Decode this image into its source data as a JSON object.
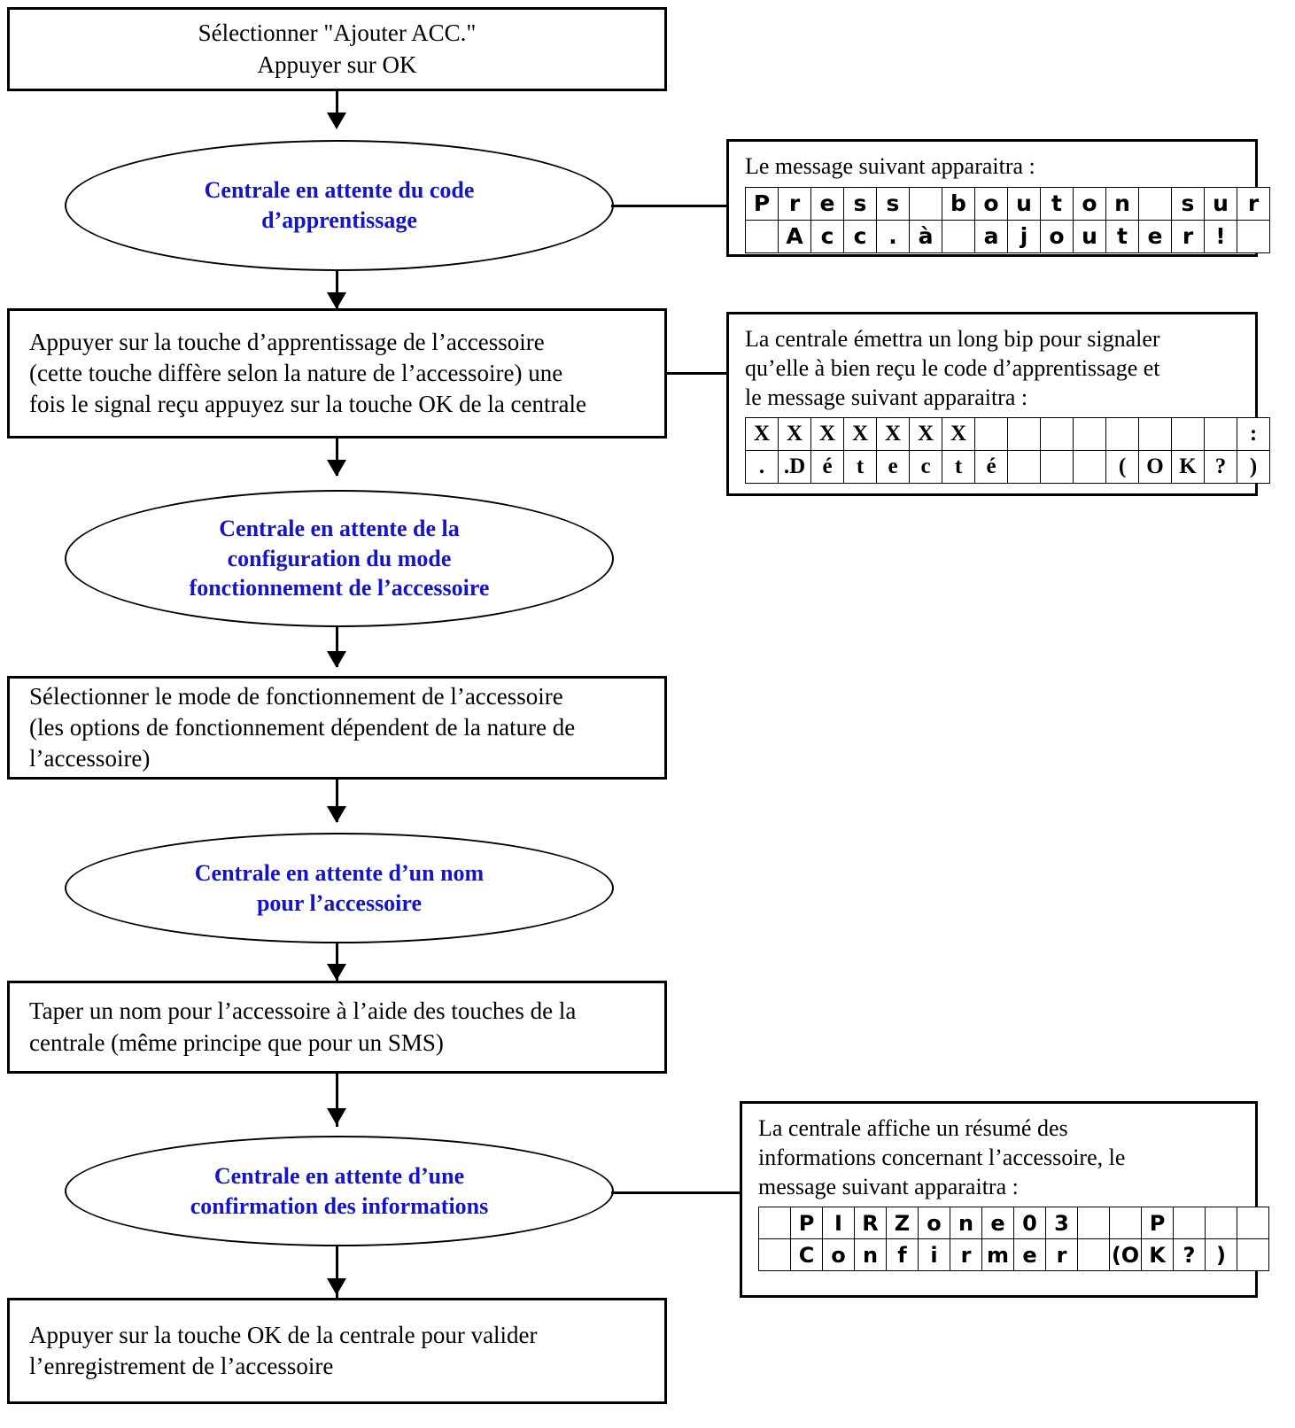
{
  "diagram": {
    "title": "Procedure d'ajout d'un accessoire",
    "accent_text_color": "#1515c8",
    "line_color": "#000000",
    "background": "#ffffff"
  },
  "nodes": {
    "start_box": {
      "type": "process",
      "text": "Sélectionner  \"Ajouter ACC.\"\nAppuyer sur OK"
    },
    "state_1": {
      "type": "state",
      "text": "Centrale en attente du code\nd’apprentissage"
    },
    "action_1": {
      "type": "process",
      "text": "Appuyer sur la touche d’apprentissage de l’accessoire\n(cette touche diffère selon la nature de l’accessoire) une\nfois le signal reçu appuyez sur la touche OK de la centrale"
    },
    "state_2": {
      "type": "state",
      "text": "Centrale en attente de la\nconfiguration du mode\nfonctionnement de l’accessoire"
    },
    "action_2": {
      "type": "process",
      "text": "Sélectionner le mode de fonctionnement de l’accessoire\n(les options de fonctionnement dépendent de la nature de\nl’accessoire)"
    },
    "state_3": {
      "type": "state",
      "text": "Centrale en attente d’un nom\npour l’accessoire"
    },
    "action_3": {
      "type": "process",
      "text": "Taper un nom pour l’accessoire à l’aide des touches de la\ncentrale (même principe que pour un SMS)"
    },
    "state_4": {
      "type": "state",
      "text": "Centrale en attente d’une\nconfirmation des informations"
    },
    "action_4": {
      "type": "process",
      "text": "Appuyer sur la touche OK de la centrale pour valider\nl’enregistrement de l’accessoire"
    }
  },
  "notes": {
    "note_1": {
      "text": "Le message suivant apparaitra :",
      "lcd": {
        "columns": 16,
        "rows": [
          [
            "P",
            "r",
            "e",
            "s",
            "s",
            "",
            "b",
            "o",
            "u",
            "t",
            "o",
            "n",
            "",
            "s",
            "u",
            "r"
          ],
          [
            "",
            "A",
            "c",
            "c",
            ".",
            "à",
            "",
            "a",
            "j",
            "o",
            "u",
            "t",
            "e",
            "r",
            "!",
            ""
          ]
        ]
      }
    },
    "note_2": {
      "text": "La centrale émettra un long bip pour signaler\nqu’elle à bien reçu le code d’apprentissage et\nle message suivant apparaitra :",
      "lcd": {
        "columns": 16,
        "rows": [
          [
            "X",
            "X",
            "X",
            "X",
            "X",
            "X",
            "X",
            "",
            "",
            "",
            "",
            "",
            "",
            "",
            "",
            ":"
          ],
          [
            ".",
            ".D",
            "é",
            "t",
            "e",
            "c",
            "t",
            "é",
            "",
            "",
            "",
            "(",
            "O",
            "K",
            "?",
            ")"
          ]
        ]
      }
    },
    "note_3": {
      "text": "La centrale affiche un résumé des\ninformations concernant l’accessoire, le\nmessage suivant apparaitra :",
      "lcd": {
        "columns": 16,
        "rows": [
          [
            "",
            "P",
            "I",
            "R",
            "Z",
            "o",
            "n",
            "e",
            "0",
            "3",
            "",
            "",
            "P",
            "",
            "",
            ""
          ],
          [
            "",
            "C",
            "o",
            "n",
            "f",
            "i",
            "r",
            "m",
            "e",
            "r",
            "",
            "(O",
            "K",
            "?",
            ")",
            ""
          ]
        ]
      }
    }
  }
}
